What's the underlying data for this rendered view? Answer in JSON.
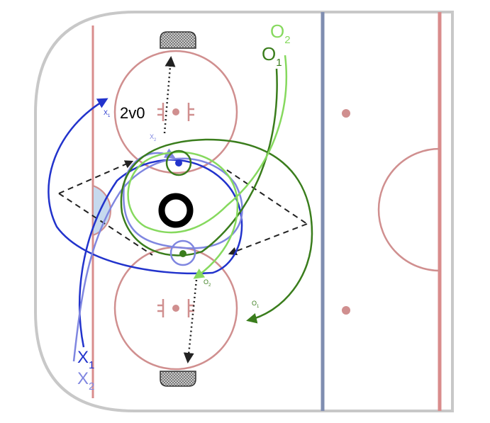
{
  "diagram": {
    "drill_label": "2v0",
    "players": {
      "x1": {
        "letter": "X",
        "num": "1",
        "color": "#2233cc"
      },
      "x2": {
        "letter": "X",
        "num": "2",
        "color": "#7f86e0"
      },
      "o1": {
        "letter": "O",
        "num": "1",
        "color": "#3a7d1c"
      },
      "o2": {
        "letter": "O",
        "num": "2",
        "color": "#86d95e"
      }
    },
    "small_labels": {
      "x1": "X",
      "x1_num": "1",
      "x2": "X",
      "x2_num": "2",
      "o2": "O",
      "o2_num": "2",
      "o1": "O",
      "o1_num": "1"
    },
    "colors": {
      "boards": "#c8c8c8",
      "red_line": "#d98c8c",
      "circle": "#d08f8f",
      "blue_line": "#7f8db0",
      "crease": "#c6d9ee",
      "net": "#555555",
      "pass": "#222222"
    },
    "icons": [
      "net-icon",
      "puck-icon",
      "faceoff-dot-icon"
    ]
  }
}
